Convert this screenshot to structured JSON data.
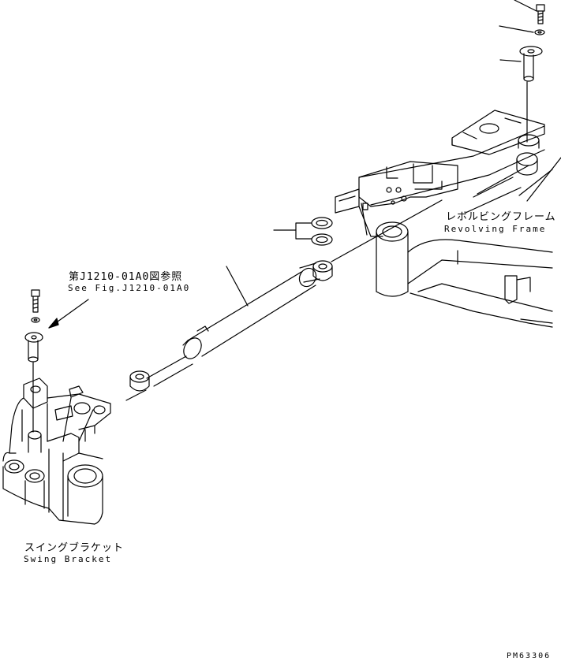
{
  "labels": {
    "reference_jp": "第J1210-01A0図参照",
    "reference_en": "See Fig.J1210-01A0",
    "revolving_frame_jp": "レボルビングフレーム",
    "revolving_frame_en": "Revolving Frame",
    "swing_bracket_jp": "スイングブラケット",
    "swing_bracket_en": "Swing Bracket",
    "drawing_code": "PM63306"
  },
  "colors": {
    "line": "#000000",
    "background": "#ffffff"
  },
  "icons": [
    "bolt-icon",
    "washer-icon",
    "pin-icon",
    "shim-icon",
    "swing-cylinder-icon"
  ]
}
